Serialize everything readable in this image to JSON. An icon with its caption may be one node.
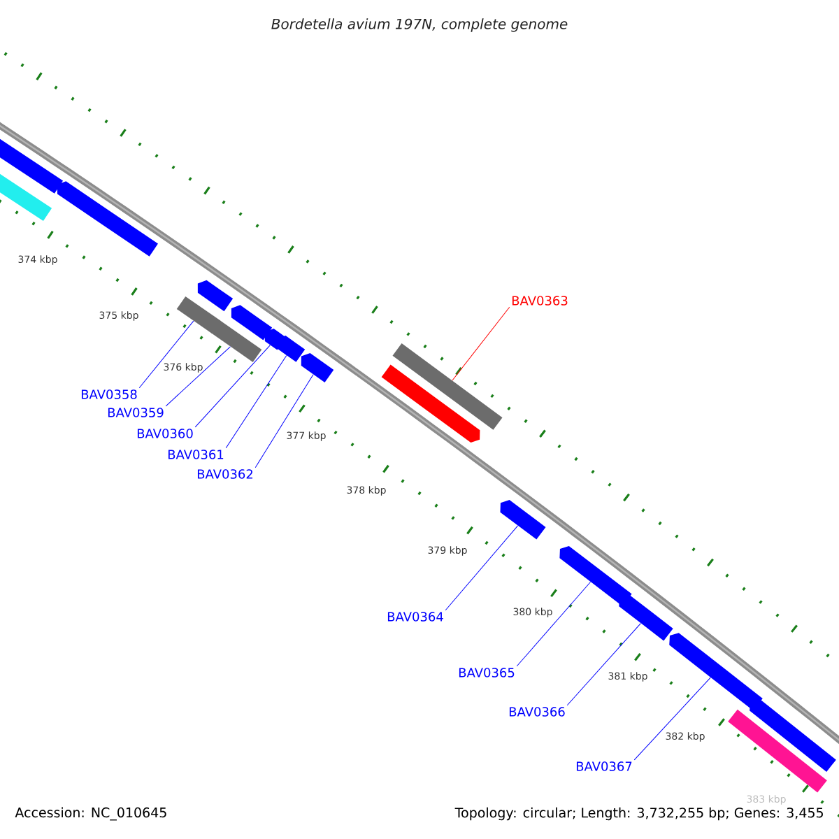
{
  "diagram": {
    "title": "Bordetella avium 197N, complete genome",
    "nodes": [
      {
        "text": [],
        "shape": "bar"
      },
      {
        "text": [],
        "shape": "bar"
      },
      {
        "text": [],
        "shape": "arrow"
      },
      {
        "text": [],
        "shape": "arrow"
      },
      {
        "text": [],
        "shape": "bar"
      },
      {
        "text": [],
        "shape": "arrow"
      },
      {
        "text": [],
        "shape": "bar"
      },
      {
        "text": [],
        "shape": "arrow"
      },
      {
        "text": [],
        "shape": "arrow"
      },
      {
        "text": [],
        "shape": "arrow"
      },
      {
        "text": [],
        "shape": "bar"
      },
      {
        "text": [],
        "shape": "arrow"
      },
      {
        "text": [],
        "shape": "arrow"
      },
      {
        "text": [],
        "shape": "arrow"
      },
      {
        "text": [],
        "shape": "arrow"
      },
      {
        "text": [],
        "shape": "arrow"
      },
      {
        "text": [],
        "shape": "arrow"
      },
      {
        "text": [],
        "shape": "bar"
      },
      {
        "text": [
          "BAV0358"
        ]
      },
      {
        "text": [
          "BAV0359"
        ]
      },
      {
        "text": [
          "BAV0360"
        ]
      },
      {
        "text": [
          "BAV0361"
        ]
      },
      {
        "text": [
          "BAV0362"
        ]
      },
      {
        "text": [
          "BAV0363"
        ]
      },
      {
        "text": [
          "BAV0364"
        ]
      },
      {
        "text": [
          "BAV0365"
        ]
      },
      {
        "text": [
          "BAV0366"
        ]
      },
      {
        "text": [
          "BAV0367"
        ]
      }
    ],
    "edges": [
      {
        "from": 18,
        "to": 4,
        "arrow": "none"
      },
      {
        "from": 19,
        "to": 6,
        "arrow": "none"
      },
      {
        "from": 20,
        "to": 7,
        "arrow": "none"
      },
      {
        "from": 21,
        "to": 8,
        "arrow": "none"
      },
      {
        "from": 22,
        "to": 9,
        "arrow": "none"
      },
      {
        "from": 23,
        "to": 10,
        "arrow": "none",
        "color": "#ff0000"
      },
      {
        "from": 24,
        "to": 12,
        "arrow": "none"
      },
      {
        "from": 25,
        "to": 13,
        "arrow": "none"
      },
      {
        "from": 26,
        "to": 14,
        "arrow": "none"
      },
      {
        "from": 27,
        "to": 15,
        "arrow": "none"
      }
    ],
    "labels": [
      "374 kbp",
      "375 kbp",
      "376 kbp",
      "377 kbp",
      "378 kbp",
      "379 kbp",
      "380 kbp",
      "381 kbp",
      "382 kbp",
      "383 kbp",
      "Accession: NC_010645",
      "Topology: circular; Length: 3,732,255 bp; Genes: 3,455"
    ]
  }
}
